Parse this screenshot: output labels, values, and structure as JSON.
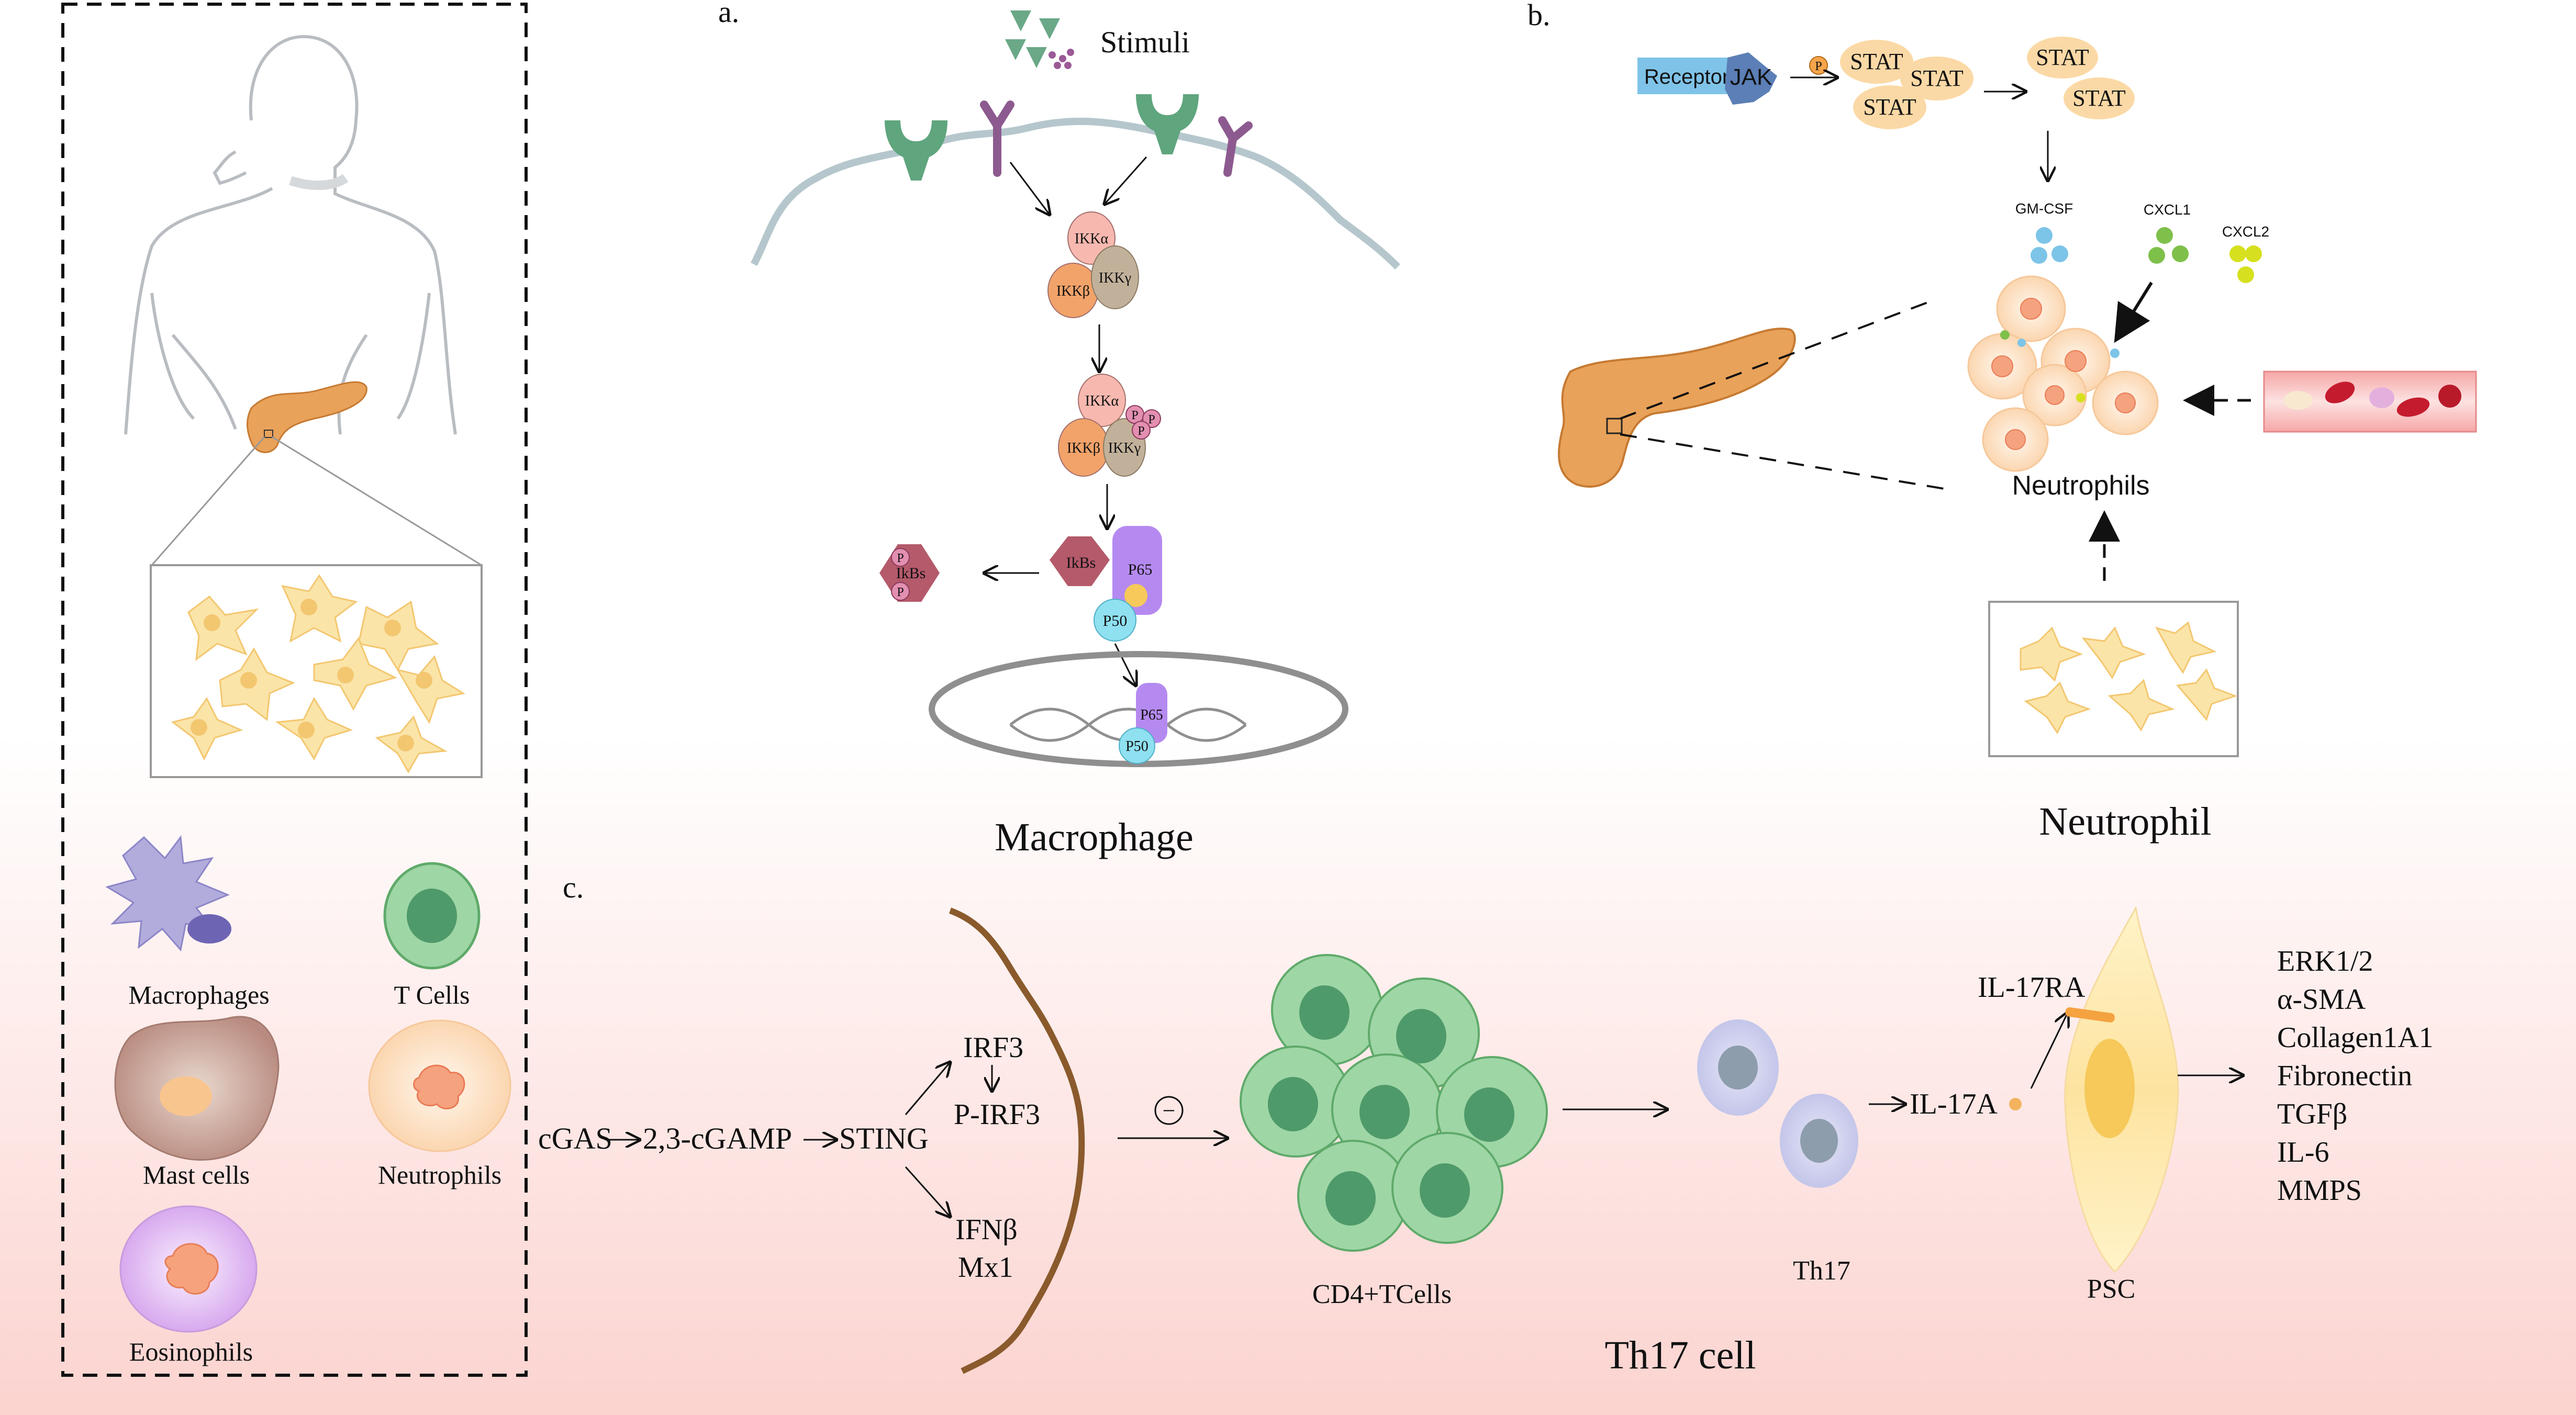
{
  "panel_labels": {
    "a": "a.",
    "b": "b.",
    "c": "c."
  },
  "left_panel": {
    "cells": {
      "macrophages": "Macrophages",
      "t_cells": "T Cells",
      "mast_cells": "Mast cells",
      "neutrophils": "Neutrophils",
      "eosinophils": "Eosinophils"
    }
  },
  "panel_a": {
    "stimuli": "Stimuli",
    "ikk_alpha": "IKKα",
    "ikk_beta": "IKKβ",
    "ikk_gamma": "IKKγ",
    "phospho": "P",
    "ikbs_free": "IkBs",
    "ikbs": "IkBs",
    "p65": "P65",
    "p50": "P50",
    "title": "Macrophage"
  },
  "panel_b": {
    "receptor": "Receptor",
    "jak": "JAK",
    "phospho": "P",
    "stat": "STAT",
    "gm_csf": "GM-CSF",
    "cxcl1": "CXCL1",
    "cxcl2": "CXCL2",
    "neutrophils": "Neutrophils",
    "title": "Neutrophil"
  },
  "panel_c": {
    "cgas": "cGAS",
    "cgamp": "2,3-cGAMP",
    "sting": "STING",
    "irf3": "IRF3",
    "p_irf3": "P-IRF3",
    "ifnb": "IFNβ",
    "mx1": "Mx1",
    "minus": "−",
    "cd4": "CD4+TCells",
    "th17": "Th17",
    "il17a": "IL-17A",
    "il17ra": "IL-17RA",
    "psc": "PSC",
    "outputs": [
      "ERK1/2",
      "α-SMA",
      "Collagen1A1",
      "Fibronectin",
      "TGFβ",
      "IL-6",
      "MMPS"
    ],
    "title": "Th17 cell"
  },
  "colors": {
    "bg_bottom": "#fbd3cf",
    "pancreas": "#e8a25a",
    "tcell": "#9fd6a6",
    "macrophage": "#a9a3d6",
    "ikk_alpha": "#f7b8b0",
    "ikk_beta": "#f2a36a",
    "ikk_gamma": "#c2b19a",
    "ikbs": "#b45a6b",
    "p65": "#b58af0",
    "p50": "#8fe0f0",
    "stat": "#fbd9a6",
    "receptor": "#7fc3e8",
    "membrane_green": "#5fa57e",
    "membrane_purple": "#8d5a8f"
  }
}
